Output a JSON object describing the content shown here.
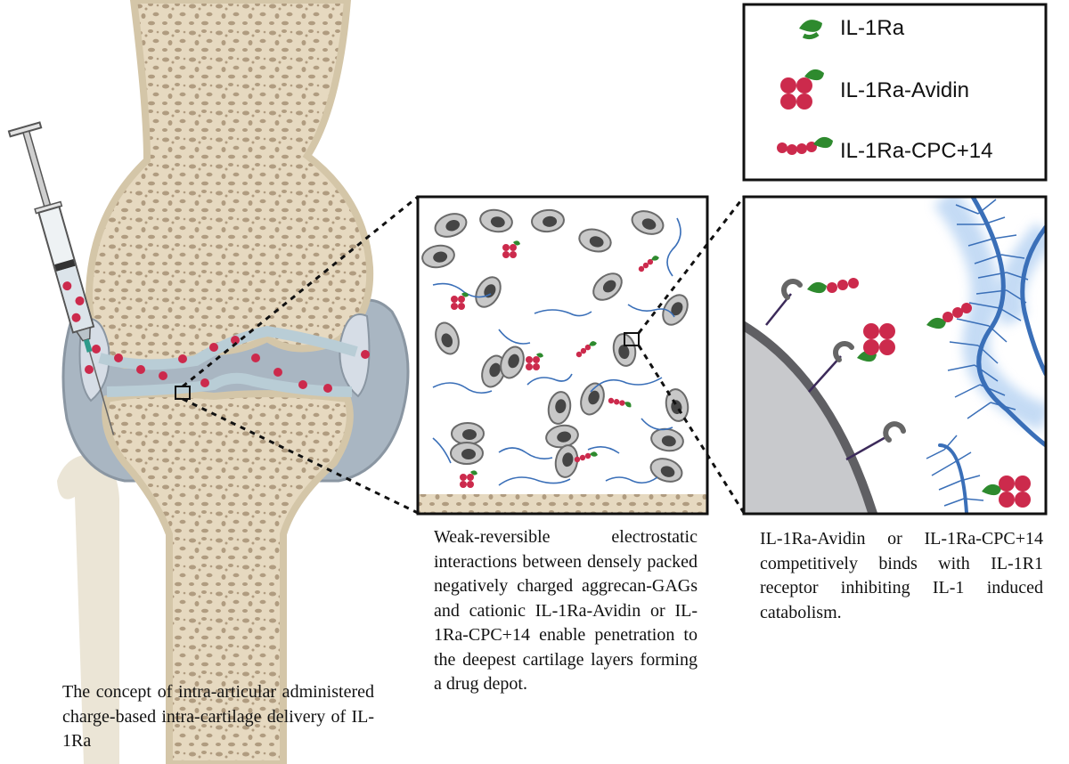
{
  "legend": {
    "items": [
      {
        "label": "IL-1Ra",
        "icon": "il1ra-icon"
      },
      {
        "label": "IL-1Ra-Avidin",
        "icon": "il1ra-avidin-icon"
      },
      {
        "label": "IL-1Ra-CPC+14",
        "icon": "il1ra-cpc14-icon"
      }
    ]
  },
  "captions": {
    "knee": "The concept of intra-articular administered charge-based intra-cartilage delivery of IL-1Ra",
    "cartilage": "Weak-reversible electrostatic interactions between densely packed negatively charged aggrecan-GAGs and cationic IL-1Ra-Avidin or IL-1Ra-CPC+14 enable penetration to the deepest cartilage layers forming a drug depot.",
    "receptor": "IL-1Ra-Avidin or IL-1Ra-CPC+14 competitively binds with IL-1R1 receptor inhibiting IL-1 induced catabolism."
  },
  "colors": {
    "bone": "#e8dcc4",
    "bone_pore": "#a89478",
    "cartilage": "#c4d6de",
    "drug_red": "#cc2a4c",
    "il1ra_green": "#2e8a2e",
    "gag_blue": "#3a6fb8",
    "chondrocyte": "#b8b8b8"
  }
}
